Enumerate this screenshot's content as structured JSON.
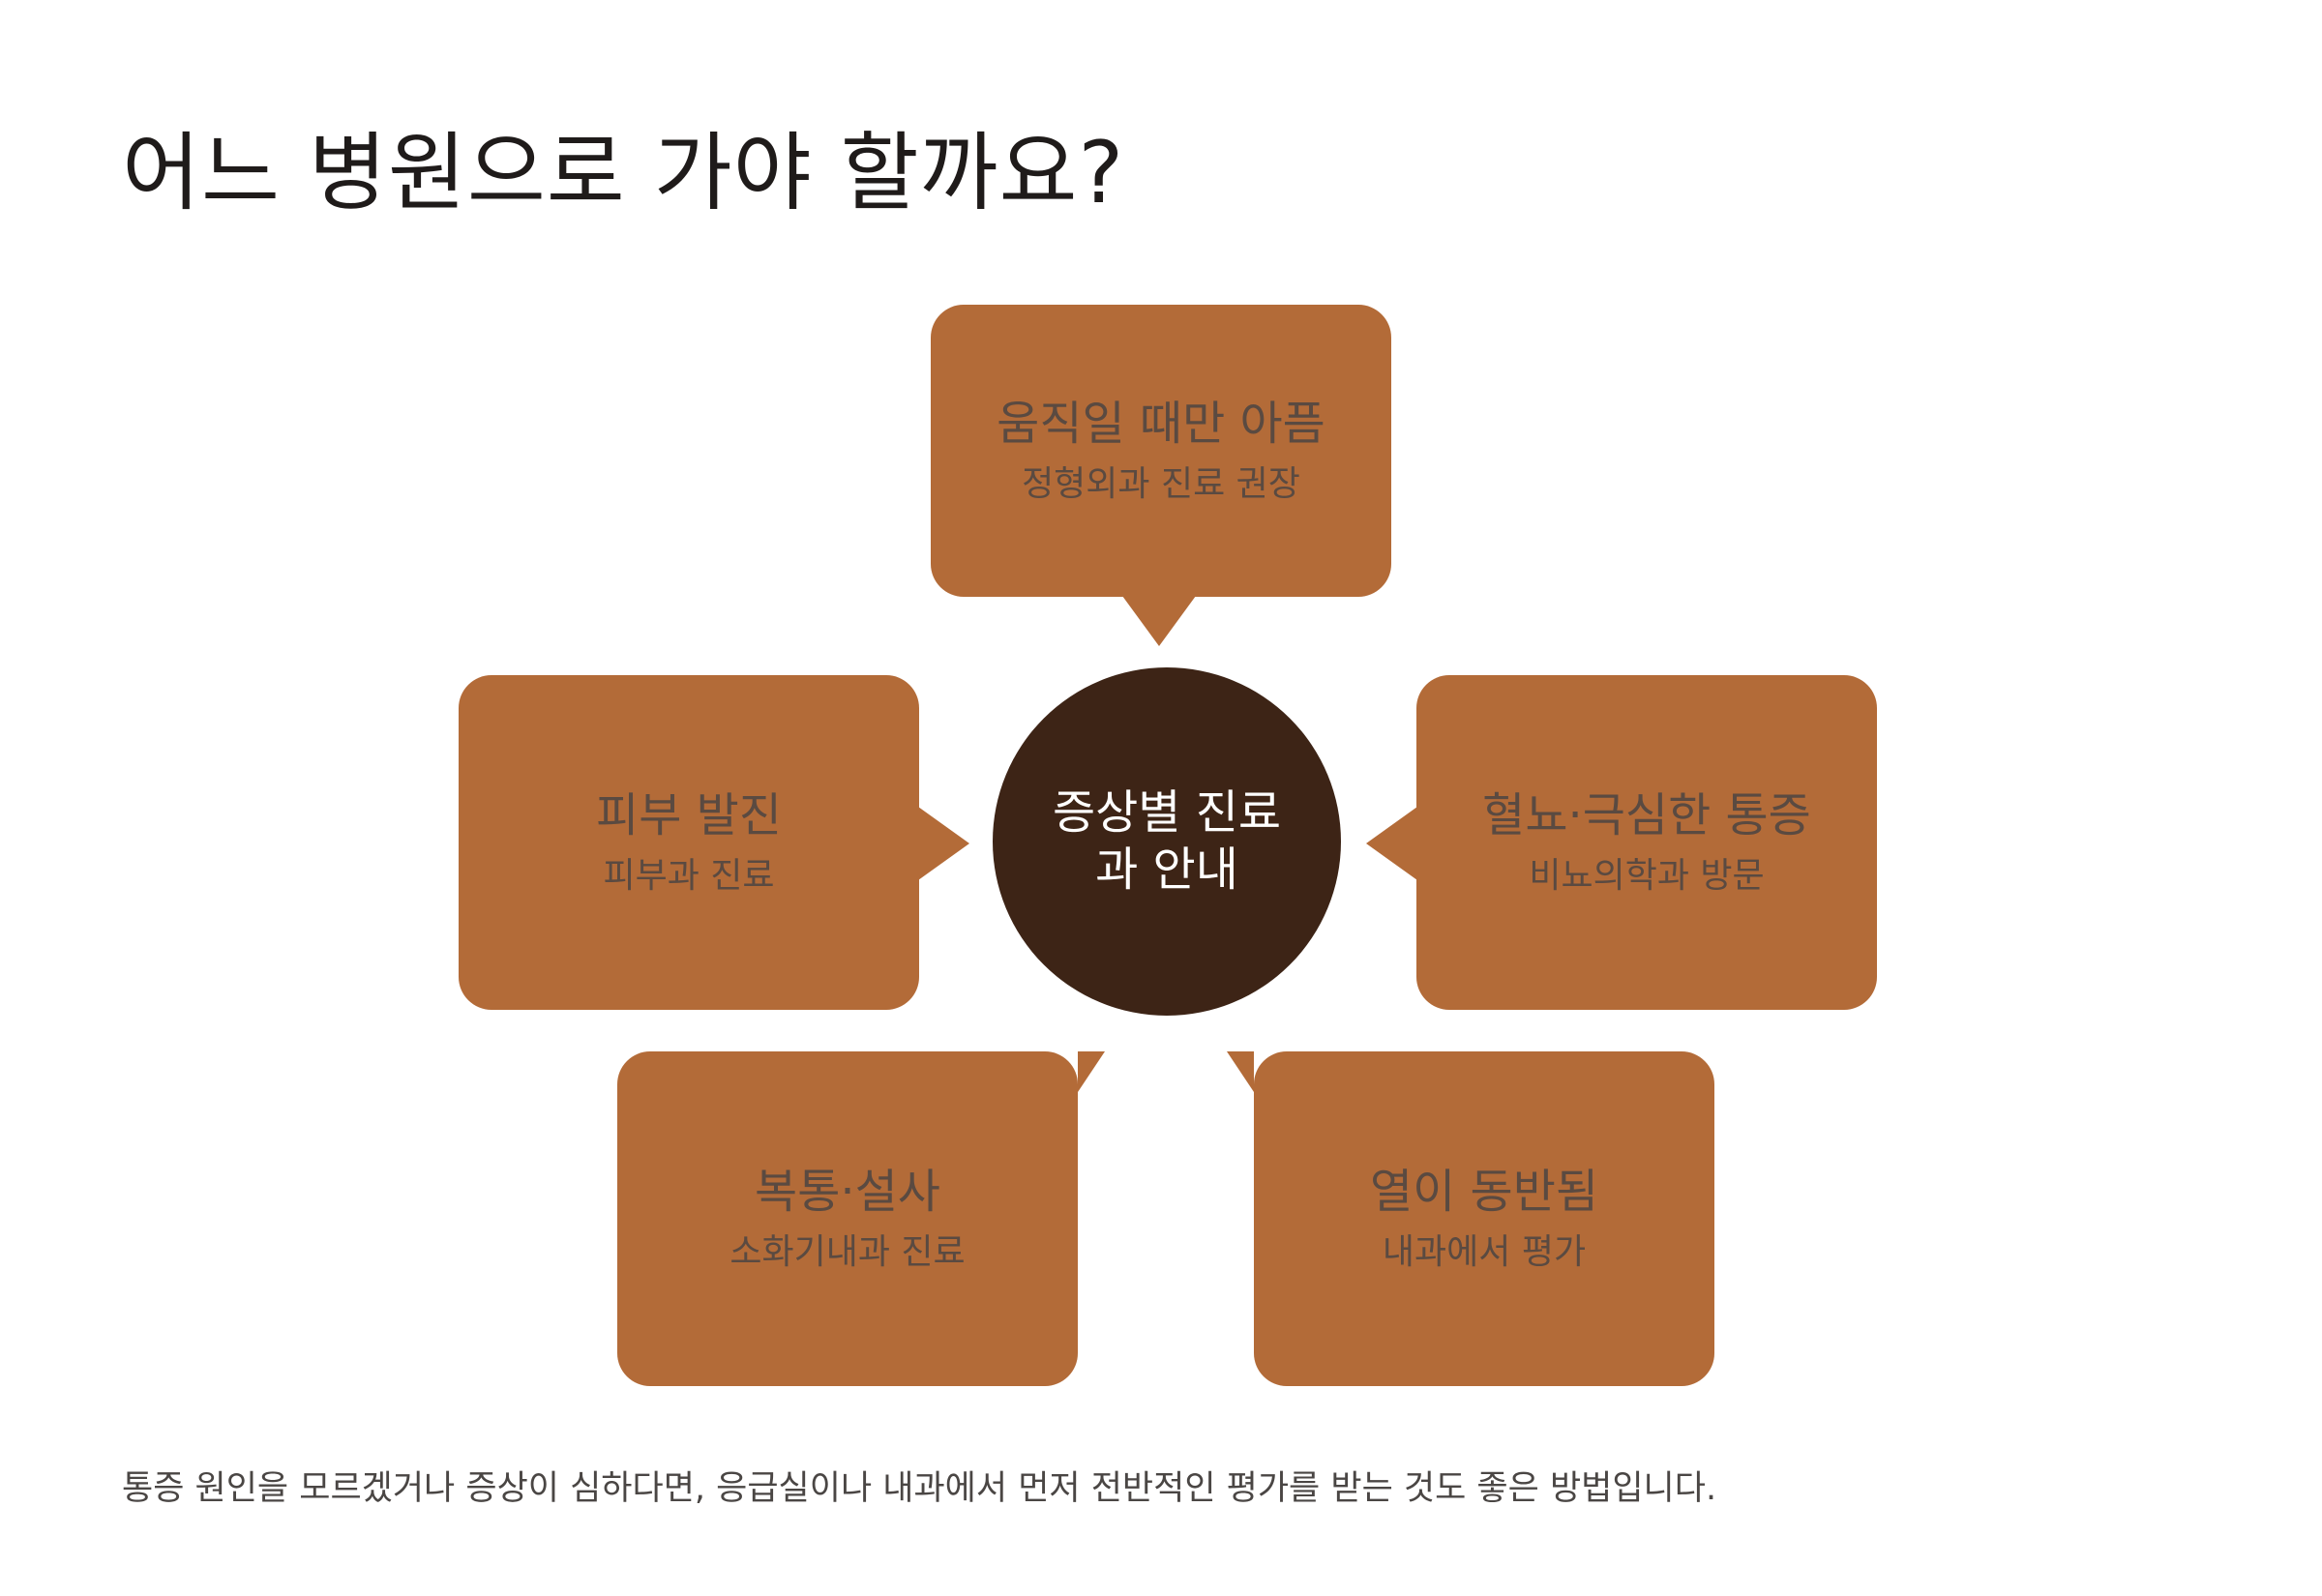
{
  "page": {
    "title": "어느 병원으로 가야 할까요?",
    "footer_note": "통증 원인을 모르겠거나 증상이 심하다면, 응급실이나 내과에서 먼저 전반적인 평가를 받는 것도 좋은 방법입니다."
  },
  "diagram": {
    "center": {
      "line1": "증상별 진료",
      "line2": "과 안내"
    },
    "cards": {
      "top": {
        "title": "움직일 때만 아픔",
        "sub": "정형외과 진료 권장"
      },
      "left": {
        "title": "피부 발진",
        "sub": "피부과 진료"
      },
      "right": {
        "title": "혈뇨·극심한 통증",
        "sub": "비뇨의학과 방문"
      },
      "bottom_left": {
        "title": "복통·설사",
        "sub": "소화기내과 진료"
      },
      "bottom_right": {
        "title": "열이 동반됨",
        "sub": "내과에서 평가"
      }
    }
  },
  "colors": {
    "card_fill": "#b36b38",
    "center_fill": "#3d2416",
    "card_text": "#5a4a41",
    "title_text": "#1f1b1a"
  }
}
